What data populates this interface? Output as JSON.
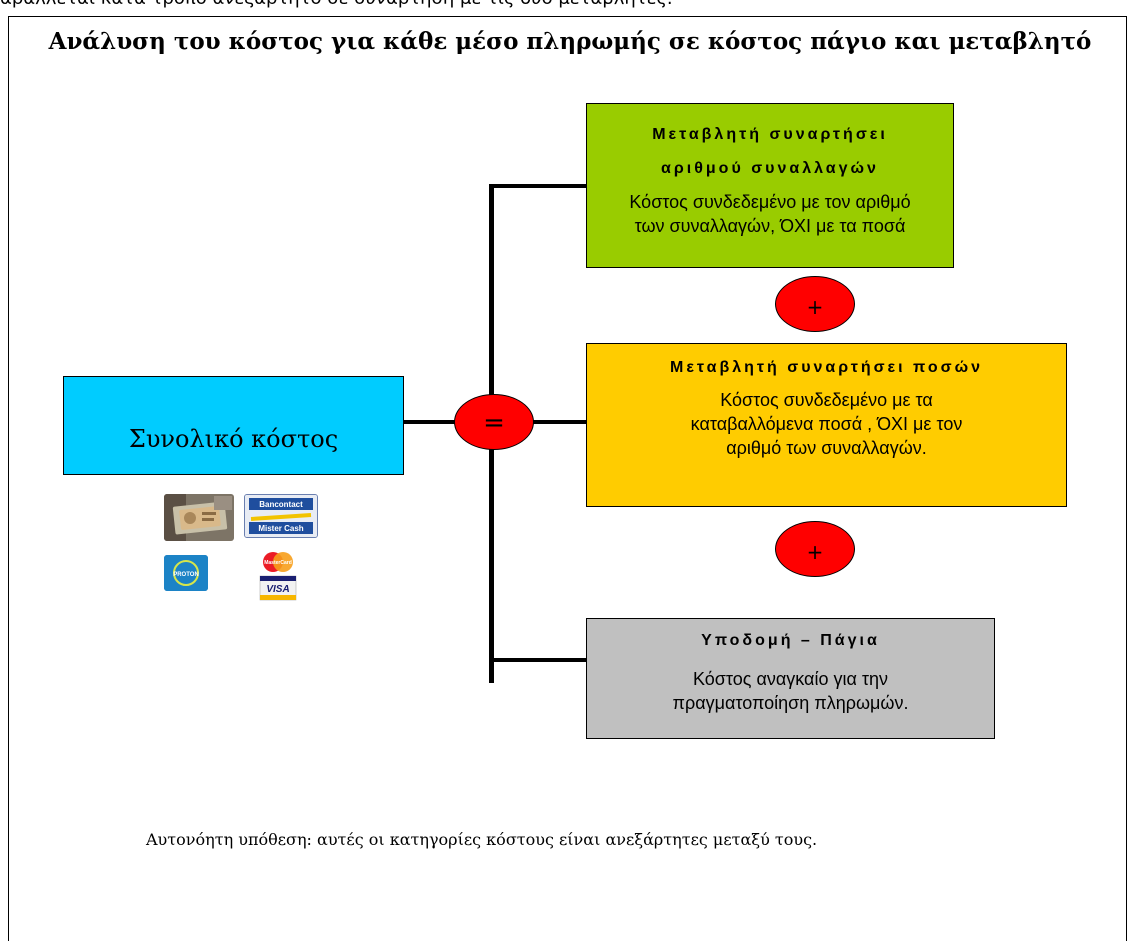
{
  "header_line": "αραλλεται κατα τροπο ανεξαρτητο σε συναρτηση με τις δυο μεταβλητες.",
  "title": "Ανάλυση του κόστος για κάθε μέσο πληρωμής σε κόστος πάγιο και μεταβλητό",
  "total": {
    "label": "Συνολικό κόστος"
  },
  "operators": {
    "equals": "=",
    "plus_1": "+",
    "plus_2": "+"
  },
  "components": {
    "transactions": {
      "title_line1": "Μεταβλητή συναρτήσει",
      "title_line2": "αριθμού συναλλαγών",
      "desc_line1": "Κόστος συνδεδεμένο με τον αριθμό",
      "desc_line2": "των συναλλαγών, ΌΧΙ με τα ποσά",
      "color": "#99cc00"
    },
    "amounts": {
      "title": "Μεταβλητή συναρτήσει ποσών",
      "desc_line1": "Κόστος συνδεδεμένο με τα",
      "desc_line2": "καταβαλλόμενα ποσά , ΌΧΙ με τον",
      "desc_line3": "αριθμό των συναλλαγών.",
      "color": "#ffcc00"
    },
    "fixed": {
      "title": "Υποδομή – Πάγια",
      "desc_line1": "Κόστος αναγκαίο για την",
      "desc_line2": "πραγματοποίηση πληρωμών.",
      "color": "#c0c0c0"
    }
  },
  "payment_logos": {
    "bancontact_line1": "Bancontact",
    "bancontact_line2": "Mister Cash",
    "proton": "PROTON",
    "mastercard": "MasterCard",
    "visa": "VISA"
  },
  "footnote": "Αυτονόητη υπόθεση: αυτές οι κατηγορίες κόστους είναι ανεξάρτητες μεταξύ τους.",
  "colors": {
    "total_box": "#00ccff",
    "operator": "#ff0000"
  }
}
